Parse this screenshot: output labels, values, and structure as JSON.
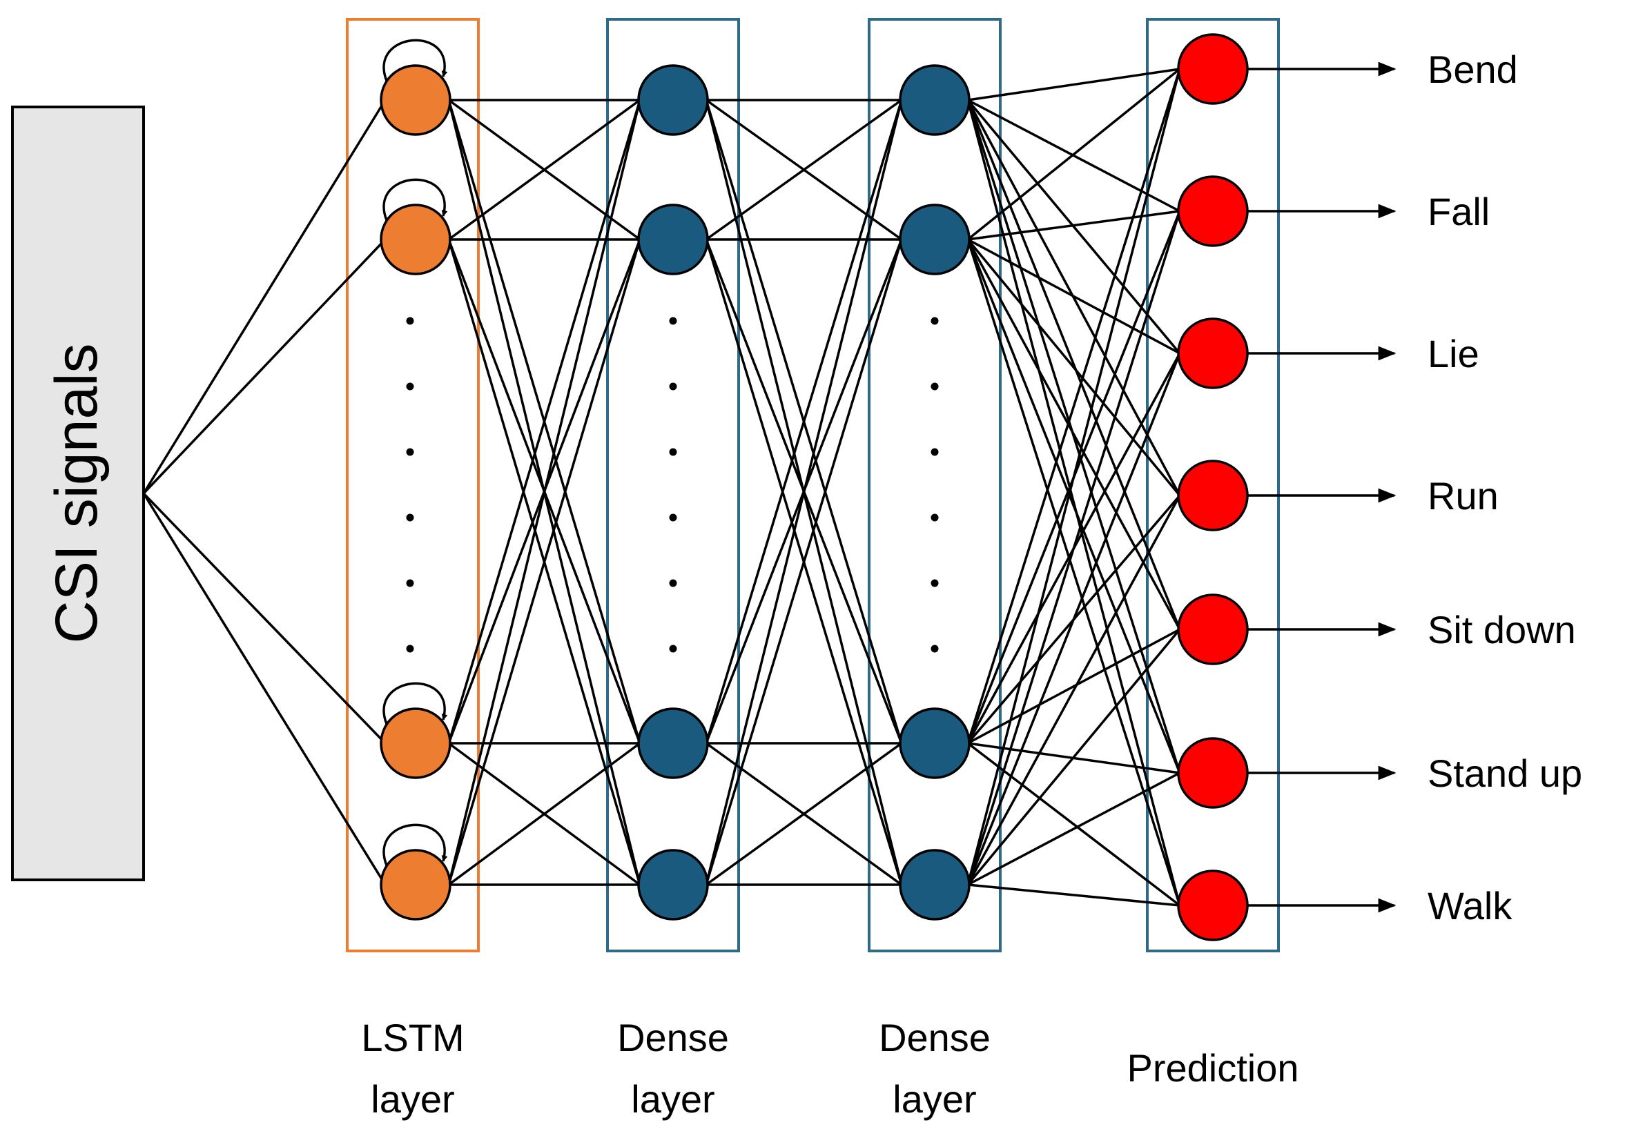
{
  "input": {
    "label": "CSI signals",
    "fill": "#e6e6e6"
  },
  "layers": [
    {
      "id": "lstm",
      "label_line1": "LSTM",
      "label_line2": "layer",
      "node_color": "#ed7d31",
      "box_color": "#ed7d31",
      "recurrent": true
    },
    {
      "id": "dense1",
      "label_line1": "Dense",
      "label_line2": "layer",
      "node_color": "#1a5a7e",
      "box_color": "#2e6a8a",
      "recurrent": false
    },
    {
      "id": "dense2",
      "label_line1": "Dense",
      "label_line2": "layer",
      "node_color": "#1a5a7e",
      "box_color": "#2e6a8a",
      "recurrent": false
    },
    {
      "id": "prediction",
      "label_line1": "Prediction",
      "label_line2": "",
      "node_color": "#ff0000",
      "box_color": "#2e6a8a",
      "recurrent": false
    }
  ],
  "outputs": [
    "Bend",
    "Fall",
    "Lie",
    "Run",
    "Sit down",
    "Stand up",
    "Walk"
  ]
}
